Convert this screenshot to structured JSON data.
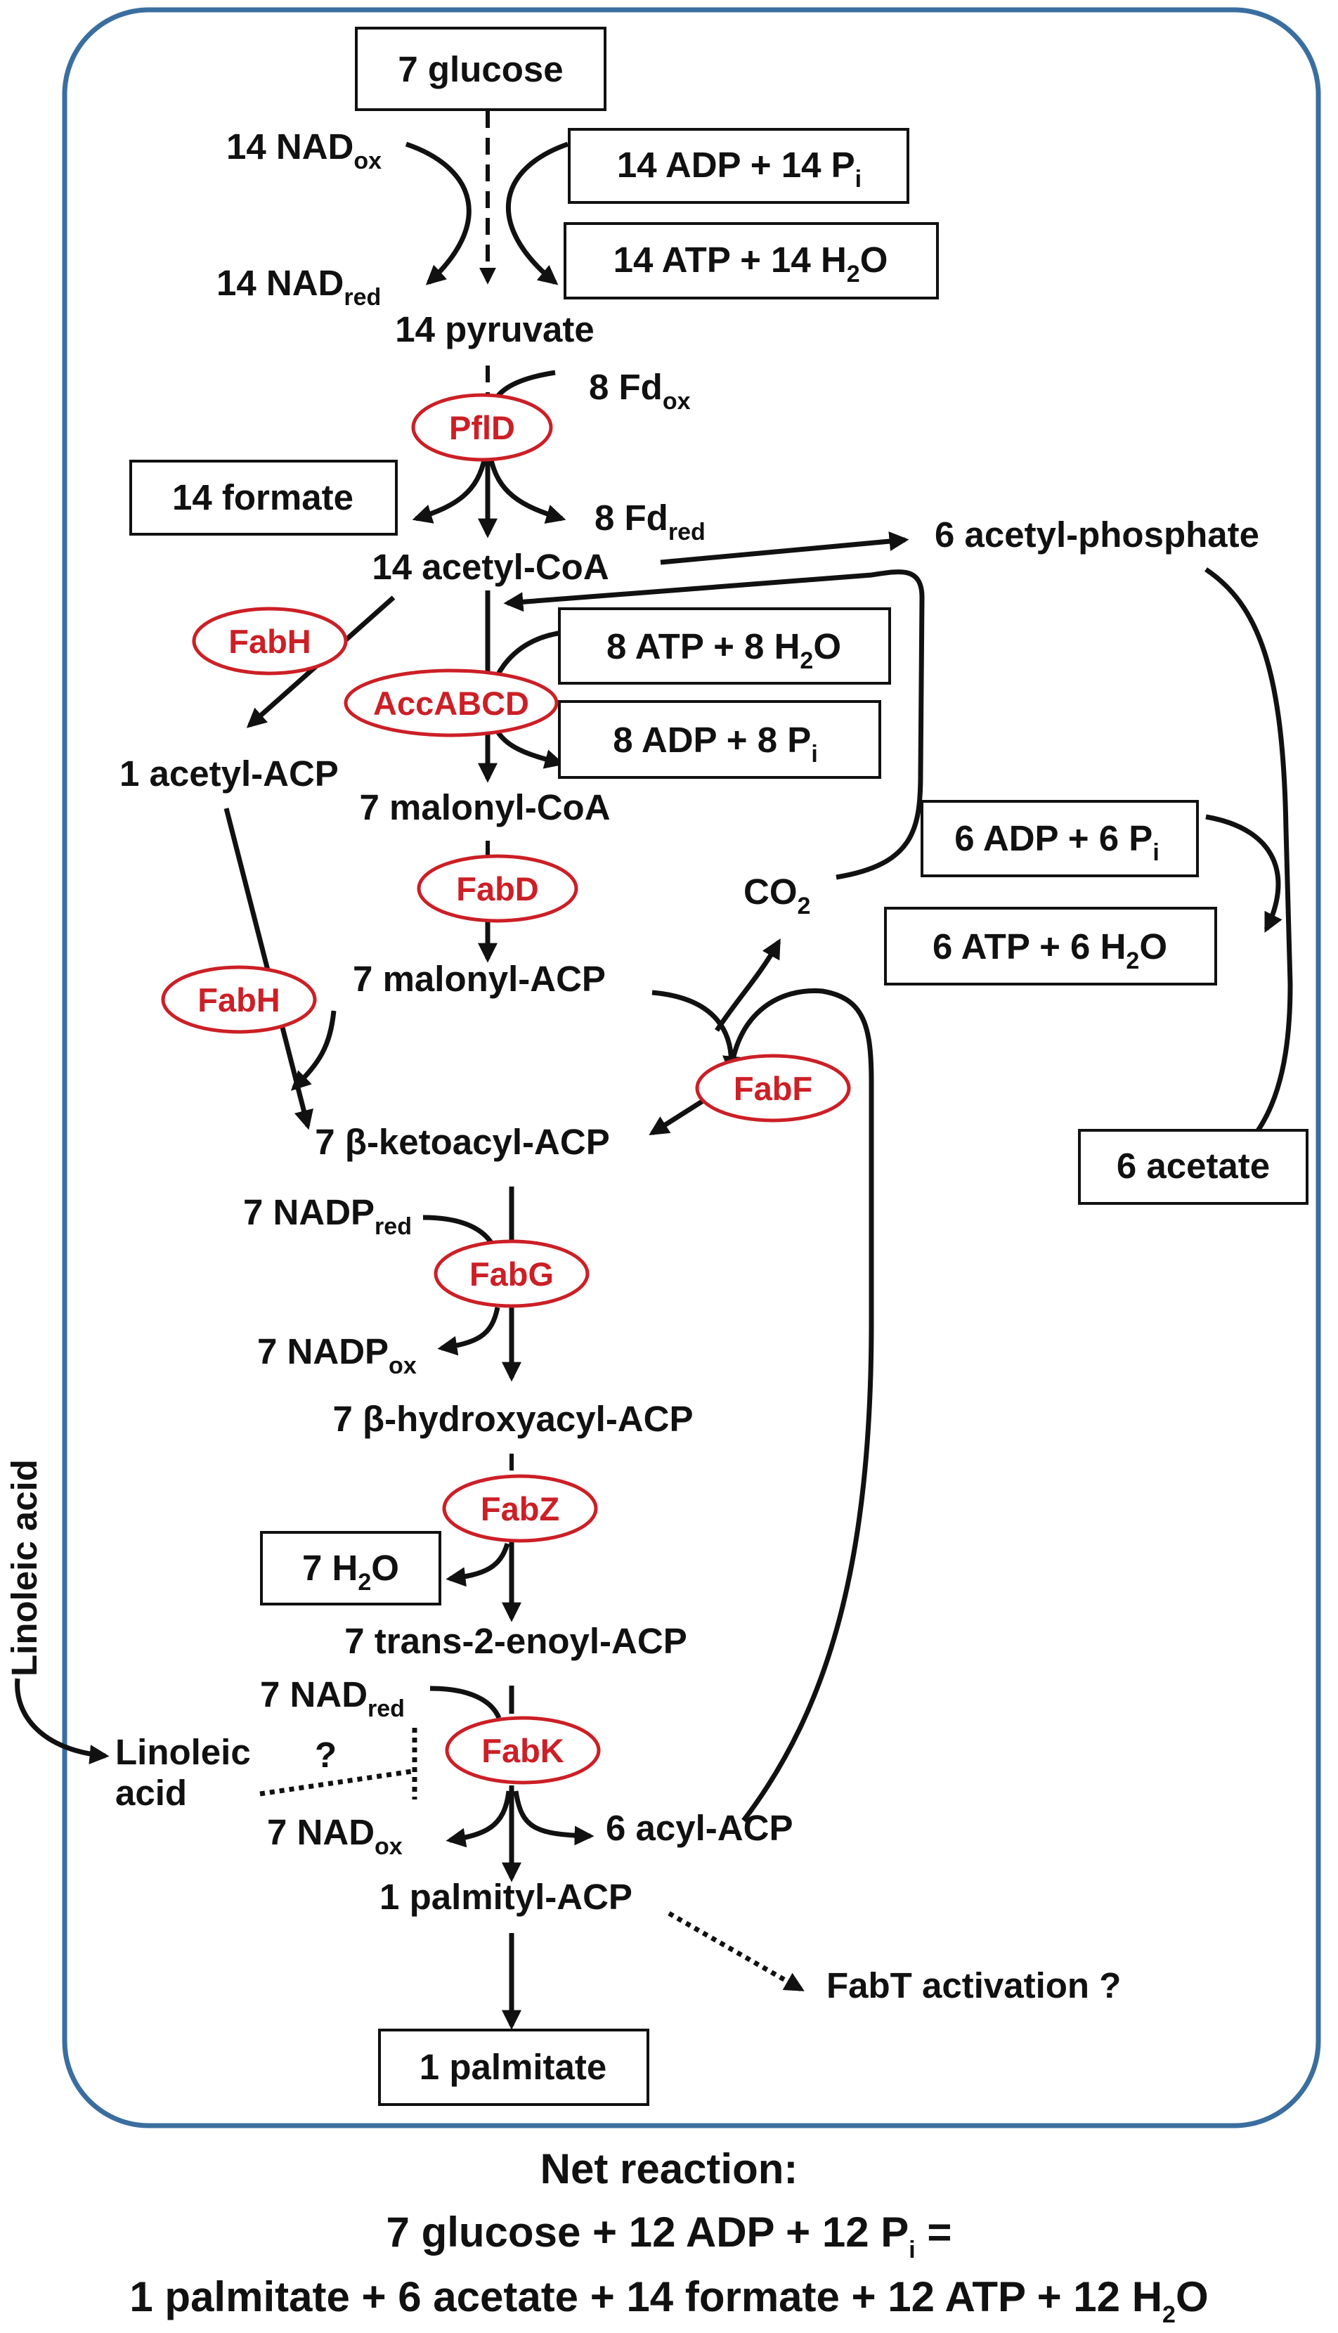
{
  "colors": {
    "cell_border": "#3a6e9f",
    "enzyme": "#cc1f26",
    "ink": "#111111"
  },
  "metabolites": {
    "glucose": "7 glucose",
    "nad_ox_1": "14 NAD",
    "nad_red_1": "14 NAD",
    "adp_pi_1": "14 ADP + 14 P",
    "atp_h2o_1": "14 ATP + 14 H",
    "atp_h2o_1_tail": "O",
    "pyruvate": "14 pyruvate",
    "fd_ox": "8 Fd",
    "fd_red": "8 Fd",
    "formate": "14 formate",
    "acetyl_coa": "14 acetyl-CoA",
    "acetyl_phosphate": "6 acetyl-phosphate",
    "atp_h2o_2": "8 ATP + 8 H",
    "atp_h2o_2_tail": "O",
    "adp_pi_2": "8 ADP + 8 P",
    "acetyl_acp": "1 acetyl-ACP",
    "malonyl_coa": "7 malonyl-CoA",
    "adp_pi_3": "6 ADP + 6 P",
    "co2": "CO",
    "atp_h2o_3": "6 ATP + 6 H",
    "atp_h2o_3_tail": "O",
    "malonyl_acp": "7 malonyl-ACP",
    "ketoacyl_acp": "7 β-ketoacyl-ACP",
    "acetate": "6 acetate",
    "nadp_red": "7 NADP",
    "nadp_ox": "7 NADP",
    "hydroxyacyl_acp": "7 β-hydroxyacyl-ACP",
    "h2o": "7 H",
    "h2o_tail": "O",
    "enoyl_acp": "7 trans-2-enoyl-ACP",
    "nad_red_2": "7 NAD",
    "linoleic_outside": "Linoleic acid",
    "linoleic_inside_1": "Linoleic",
    "linoleic_inside_2": "acid",
    "question": "?",
    "nad_ox_2": "7 NAD",
    "acyl_acp": "6 acyl-ACP",
    "palmityl_acp": "1 palmityl-ACP",
    "fabt": "FabT activation ?",
    "palmitate": "1 palmitate"
  },
  "subscripts": {
    "ox": "ox",
    "red": "red",
    "i": "i",
    "two": "2"
  },
  "enzymes": {
    "pfld": "PflD",
    "fabh_1": "FabH",
    "accabcd": "AccABCD",
    "fabd": "FabD",
    "fabh_2": "FabH",
    "fabf": "FabF",
    "fabg": "FabG",
    "fabz": "FabZ",
    "fabk": "FabK"
  },
  "net_reaction": {
    "title": "Net reaction:",
    "line1": "7 glucose + 12 ADP + 12 P",
    "line1_tail": " =",
    "line2": "1 palmitate + 6 acetate + 14 formate + 12 ATP + 12 H",
    "line2_tail": "O"
  }
}
